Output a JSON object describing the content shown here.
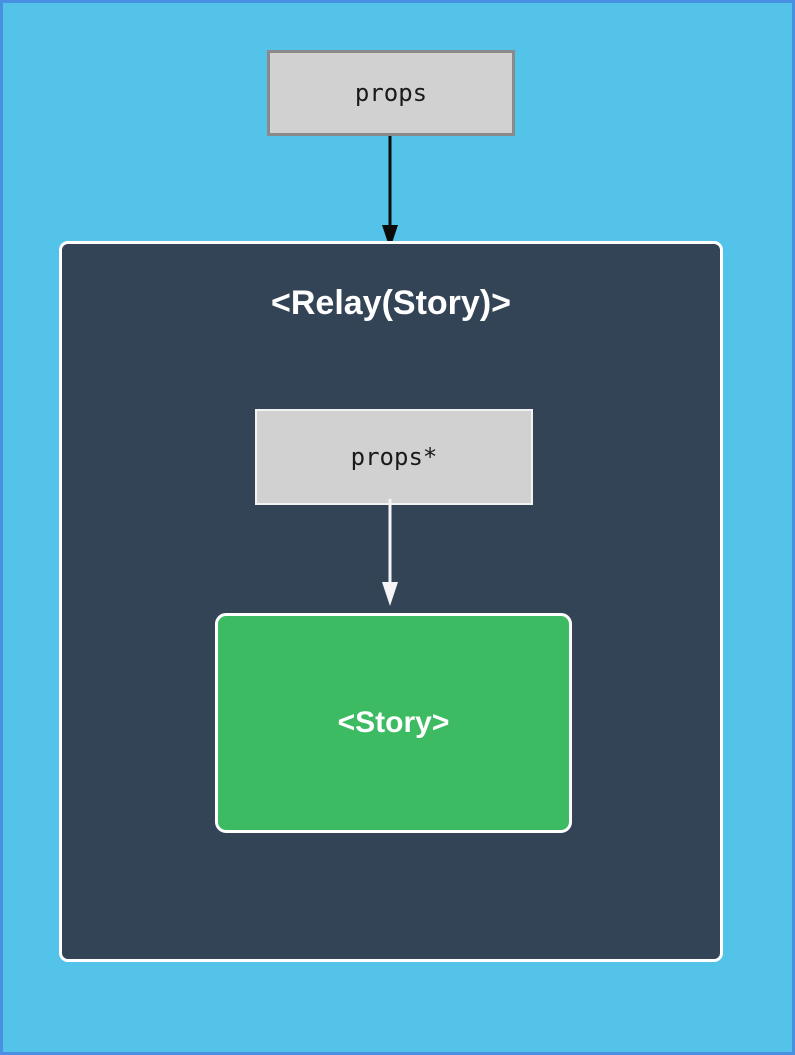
{
  "diagram": {
    "outer_props_label": "props",
    "relay_title": "<Relay(Story)>",
    "inner_props_label": "props*",
    "story_label": "<Story>"
  },
  "colors": {
    "page-bg": "#54c3e9",
    "page-border": "#4a90e2",
    "relay-bg": "#334456",
    "story-bg": "#3dbb63",
    "box-bg": "#d1d1d1",
    "box-border": "#8a8a8a",
    "inner-box-border": "#f2f2f2",
    "container-border": "#ffffff",
    "arrow-dark": "#0b0b0b",
    "arrow-light": "#f5f5f5",
    "text-dark": "#1a1a1a",
    "text-light": "#ffffff"
  }
}
